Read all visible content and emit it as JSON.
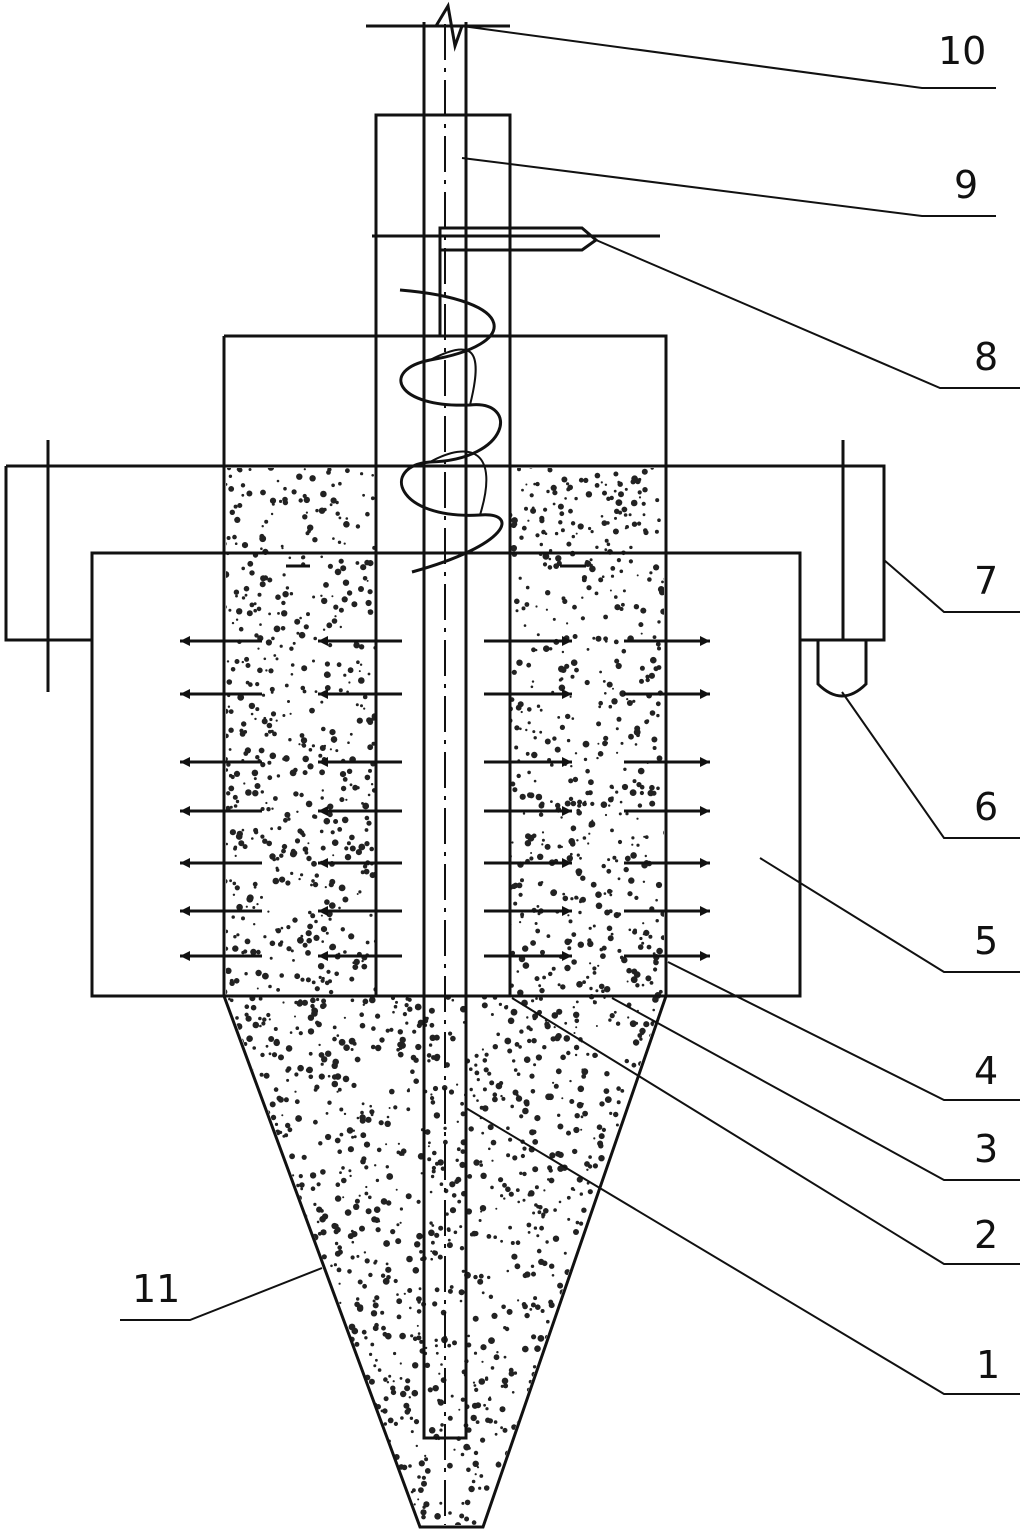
{
  "diagram": {
    "labels": {
      "l1": "1",
      "l2": "2",
      "l3": "3",
      "l4": "4",
      "l5": "5",
      "l6": "6",
      "l7": "7",
      "l8": "8",
      "l9": "9",
      "l10": "10",
      "l11": "11"
    },
    "colors": {
      "line": "#111111",
      "packing_dots": "#222222",
      "background": "#ffffff"
    }
  }
}
